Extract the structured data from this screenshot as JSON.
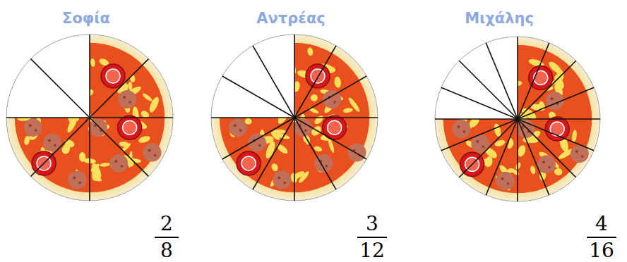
{
  "diagram": {
    "labels": [
      "Σοφία",
      "Αντρέας",
      "Μιχάλης",
      "2",
      "8",
      "3",
      "12",
      "4",
      "16"
    ]
  }
}
